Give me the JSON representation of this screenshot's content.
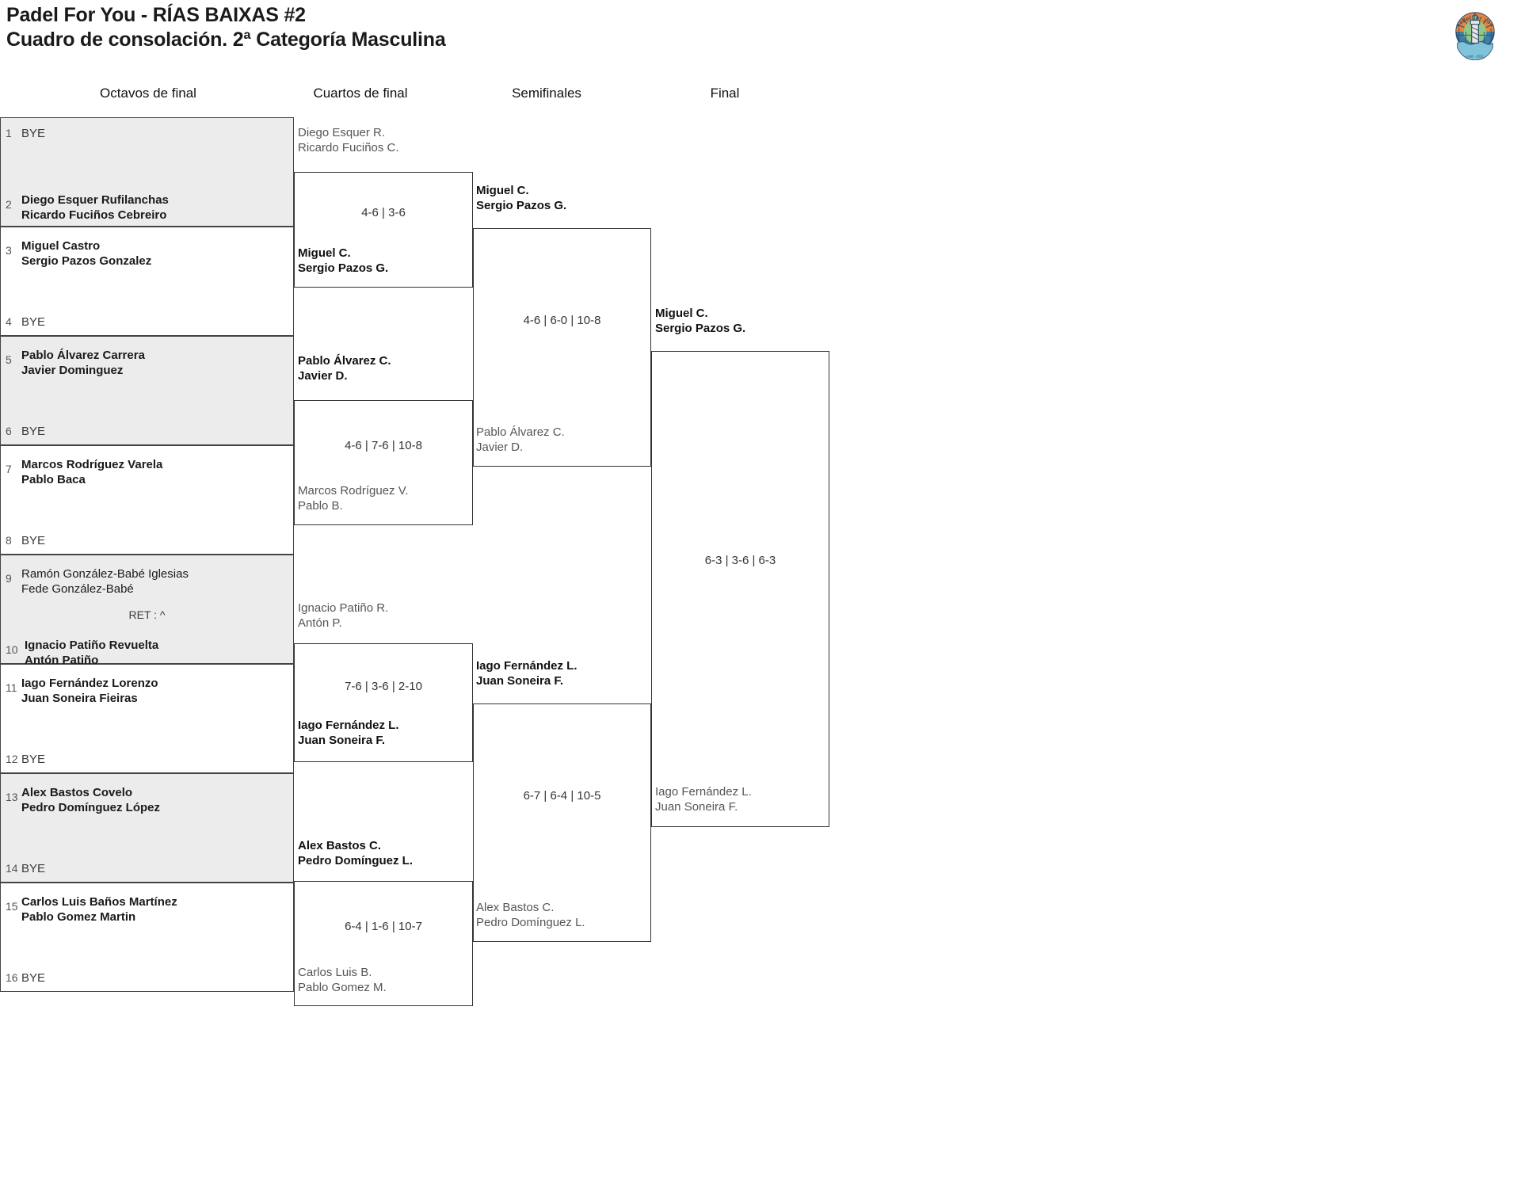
{
  "header": {
    "title_line1": "Padel For You - RÍAS BAIXAS #2",
    "title_line2": "Cuadro de consolación. 2ª Categoría Masculina"
  },
  "logo": {
    "arc_text": "padel for you",
    "footer_text": "estd · 2021",
    "name": "padel-for-you-logo",
    "colors": {
      "ring": "#2f4f6f",
      "sun": "#e8833a",
      "court": "#3d7ea6",
      "water": "#7fc4d8",
      "lighthouse": "#e8e6df"
    }
  },
  "rounds": [
    {
      "id": "octavos",
      "label": "Octavos de final"
    },
    {
      "id": "cuartos",
      "label": "Cuartos de final"
    },
    {
      "id": "semifinales",
      "label": "Semifinales"
    },
    {
      "id": "final",
      "label": "Final"
    }
  ],
  "octavos": {
    "entries": [
      {
        "seed": "1",
        "line1": "BYE",
        "line2": "",
        "bye": true,
        "winner": false,
        "shaded": true
      },
      {
        "seed": "2",
        "line1": "Diego Esquer Rufilanchas",
        "line2": "Ricardo Fuciños Cebreiro",
        "bye": false,
        "winner": true,
        "shaded": true
      },
      {
        "seed": "3",
        "line1": "Miguel Castro",
        "line2": "Sergio Pazos Gonzalez",
        "bye": false,
        "winner": true,
        "shaded": false
      },
      {
        "seed": "4",
        "line1": "BYE",
        "line2": "",
        "bye": true,
        "winner": false,
        "shaded": false
      },
      {
        "seed": "5",
        "line1": "Pablo Álvarez Carrera",
        "line2": "Javier Dominguez",
        "bye": false,
        "winner": true,
        "shaded": true
      },
      {
        "seed": "6",
        "line1": "BYE",
        "line2": "",
        "bye": true,
        "winner": false,
        "shaded": true
      },
      {
        "seed": "7",
        "line1": "Marcos Rodríguez Varela",
        "line2": "Pablo Baca",
        "bye": false,
        "winner": true,
        "shaded": false
      },
      {
        "seed": "8",
        "line1": "BYE",
        "line2": "",
        "bye": true,
        "winner": false,
        "shaded": false
      },
      {
        "seed": "9",
        "line1": "Ramón González-Babé Iglesias",
        "line2": "Fede González-Babé",
        "bye": false,
        "winner": false,
        "shaded": true
      },
      {
        "seed": "10",
        "line1": "Ignacio Patiño Revuelta",
        "line2": "Antón Patiño",
        "bye": false,
        "winner": true,
        "shaded": true
      },
      {
        "seed": "11",
        "line1": "Iago Fernández Lorenzo",
        "line2": "Juan Soneira Fieiras",
        "bye": false,
        "winner": true,
        "shaded": false
      },
      {
        "seed": "12",
        "line1": "BYE",
        "line2": "",
        "bye": true,
        "winner": false,
        "shaded": false
      },
      {
        "seed": "13",
        "line1": "Alex Bastos Covelo",
        "line2": "Pedro Domínguez López",
        "bye": false,
        "winner": true,
        "shaded": true
      },
      {
        "seed": "14",
        "line1": "BYE",
        "line2": "",
        "bye": true,
        "winner": false,
        "shaded": true
      },
      {
        "seed": "15",
        "line1": "Carlos Luis Baños Martínez",
        "line2": "Pablo Gomez Martin",
        "bye": false,
        "winner": true,
        "shaded": false
      },
      {
        "seed": "16",
        "line1": "BYE",
        "line2": "",
        "bye": true,
        "winner": false,
        "shaded": false
      }
    ],
    "annotations": [
      {
        "id": "ret-9-10",
        "text": "RET : ^"
      }
    ]
  },
  "cuartos": {
    "matches": [
      {
        "id": "qf1",
        "top": {
          "line1": "Diego Esquer R.",
          "line2": "Ricardo Fuciños C.",
          "winner": false
        },
        "bottom": {
          "line1": "Miguel C.",
          "line2": "Sergio Pazos G.",
          "winner": true
        },
        "score": "4-6 | 3-6"
      },
      {
        "id": "qf2",
        "top": {
          "line1": "Pablo Álvarez C.",
          "line2": "Javier D.",
          "winner": true
        },
        "bottom": {
          "line1": "Marcos Rodríguez V.",
          "line2": "Pablo B.",
          "winner": false
        },
        "score": "4-6 | 7-6 | 10-8"
      },
      {
        "id": "qf3",
        "top": {
          "line1": "Ignacio Patiño R.",
          "line2": "Antón P.",
          "winner": false
        },
        "bottom": {
          "line1": "Iago Fernández L.",
          "line2": "Juan Soneira F.",
          "winner": true
        },
        "score": "7-6 | 3-6 | 2-10"
      },
      {
        "id": "qf4",
        "top": {
          "line1": "Alex Bastos C.",
          "line2": "Pedro Domínguez L.",
          "winner": true
        },
        "bottom": {
          "line1": "Carlos Luis B.",
          "line2": "Pablo Gomez M.",
          "winner": false
        },
        "score": "6-4 | 1-6 | 10-7"
      }
    ]
  },
  "semifinales": {
    "matches": [
      {
        "id": "sf1",
        "top": {
          "line1": "Miguel C.",
          "line2": "Sergio Pazos G.",
          "winner": true
        },
        "bottom": {
          "line1": "Pablo Álvarez C.",
          "line2": "Javier D.",
          "winner": false
        },
        "score": "4-6 | 6-0 | 10-8"
      },
      {
        "id": "sf2",
        "top": {
          "line1": "Iago Fernández L.",
          "line2": "Juan Soneira F.",
          "winner": true
        },
        "bottom": {
          "line1": "Alex Bastos C.",
          "line2": "Pedro Domínguez L.",
          "winner": false
        },
        "score": "6-7 | 6-4 | 10-5"
      }
    ]
  },
  "final": {
    "matches": [
      {
        "id": "f1",
        "top": {
          "line1": "Miguel C.",
          "line2": "Sergio Pazos G.",
          "winner": true
        },
        "bottom": {
          "line1": "Iago Fernández L.",
          "line2": "Juan Soneira F.",
          "winner": false
        },
        "score": "6-3 | 3-6 | 6-3"
      }
    ]
  }
}
